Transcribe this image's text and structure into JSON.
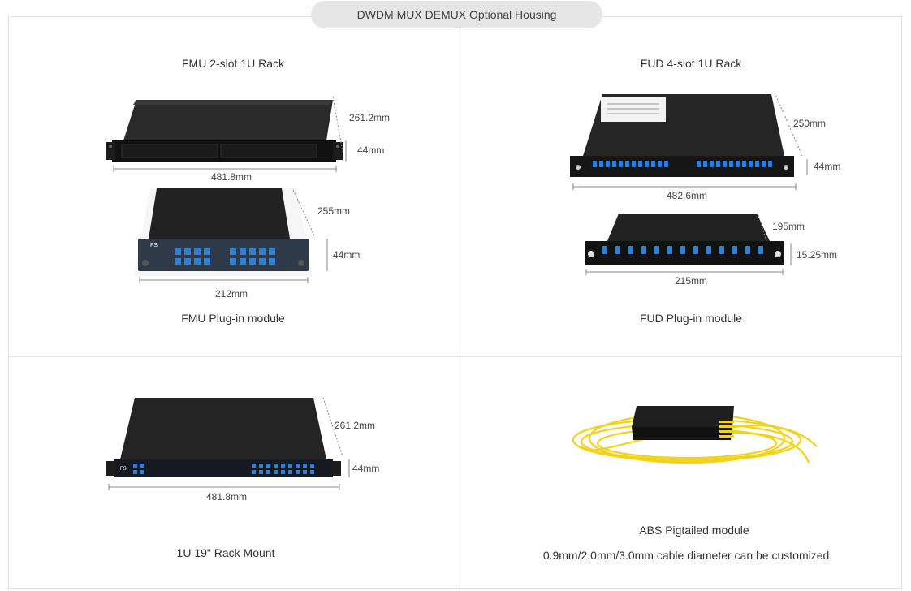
{
  "header": {
    "title": "DWDM MUX DEMUX Optional Housing"
  },
  "cells": {
    "fmu": {
      "rack_title": "FMU 2-slot 1U Rack",
      "rack_depth": "261.2mm",
      "rack_height": "44mm",
      "rack_width": "481.8mm",
      "module_depth": "255mm",
      "module_height": "44mm",
      "module_width": "212mm",
      "module_title": "FMU Plug-in module",
      "logo": "FS"
    },
    "fud": {
      "rack_title": "FUD 4-slot 1U Rack",
      "rack_depth": "250mm",
      "rack_height": "44mm",
      "rack_width": "482.6mm",
      "module_depth": "195mm",
      "module_height": "15.25mm",
      "module_width": "215mm",
      "module_title": "FUD Plug-in module"
    },
    "rackmount": {
      "depth": "261.2mm",
      "height": "44mm",
      "width": "481.8mm",
      "title": "1U 19\" Rack Mount",
      "logo": "FS"
    },
    "abs": {
      "title": "ABS Pigtailed module",
      "caption": "0.9mm/2.0mm/3.0mm cable diameter can be customized."
    }
  },
  "colors": {
    "housing": "#1c1c1c",
    "port_blue": "#2f7fd6",
    "cable_yellow": "#f2d21b",
    "border": "#e2e2e2"
  }
}
